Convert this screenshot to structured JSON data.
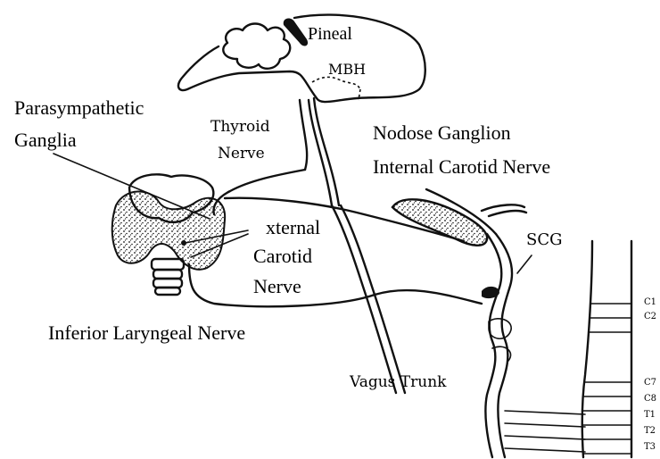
{
  "labels": {
    "pineal": "Pineal",
    "mbh": "MBH",
    "parasympathetic": "Parasympathetic",
    "ganglia": "Ganglia",
    "thyroid": "Thyroid",
    "nerve": "Nerve",
    "nodose": "Nodose Ganglion",
    "internal_carotid": "Internal Carotid Nerve",
    "xternal": "xternal",
    "carotid": "Carotid",
    "nerve2": "Nerve",
    "scg": "SCG",
    "inferior_laryngeal": "Inferior Laryngeal Nerve",
    "vagus_trunk": "Vagus Trunk"
  },
  "spinal_levels": {
    "c1": "C1",
    "c2": "C2",
    "c7": "C7",
    "c8": "C8",
    "t1": "T1",
    "t2": "T2",
    "t3": "T3"
  }
}
